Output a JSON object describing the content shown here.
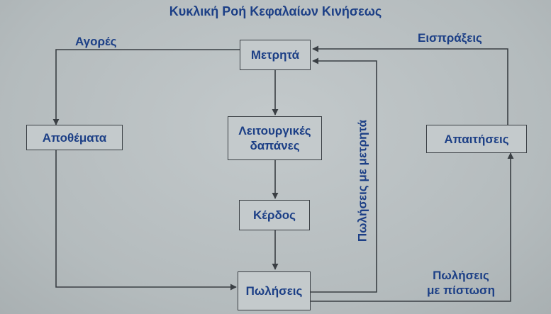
{
  "title": "Κυκλική Ροή Κεφαλαίων Κινήσεως",
  "nodes": {
    "cash": "Μετρητά",
    "inventory": "Αποθέματα",
    "operating_expenses_line1": "Λειτουργικές",
    "operating_expenses_line2": "δαπάνες",
    "profit": "Κέρδος",
    "sales": "Πωλήσεις",
    "receivables": "Απαιτήσεις"
  },
  "flows": {
    "purchases": "Αγορές",
    "collections": "Εισπράξεις",
    "cash_sales": "Πωλήσεις με μετρητά",
    "credit_sales_line1": "Πωλήσεις",
    "credit_sales_line2": "με πίστωση"
  },
  "colors": {
    "text": "#1c3f86",
    "line": "#3a3f44",
    "background": "#b7bec0"
  }
}
